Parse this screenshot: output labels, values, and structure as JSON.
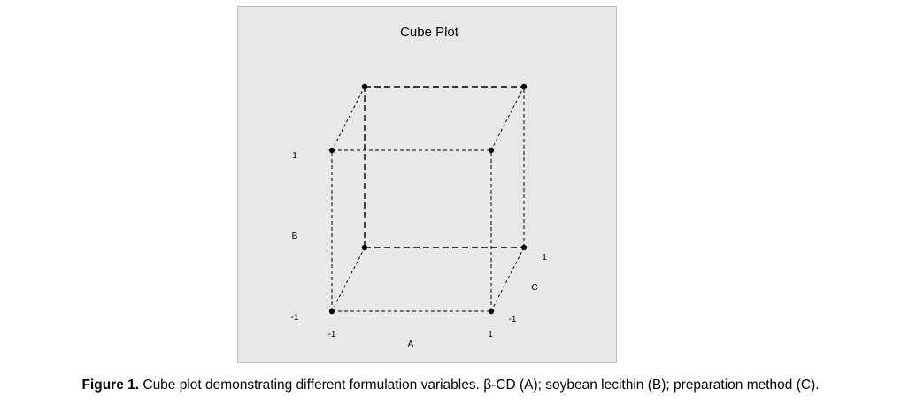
{
  "chart_data": {
    "type": "scatter",
    "title": "Cube Plot",
    "axes": {
      "A": {
        "label": "A",
        "ticks": [
          "-1",
          "1"
        ]
      },
      "B": {
        "label": "B",
        "ticks": [
          "-1",
          "1"
        ]
      },
      "C": {
        "label": "C",
        "ticks": [
          "-1",
          "1"
        ]
      }
    },
    "points": [
      {
        "A": -1,
        "B": -1,
        "C": -1
      },
      {
        "A": 1,
        "B": -1,
        "C": -1
      },
      {
        "A": -1,
        "B": 1,
        "C": -1
      },
      {
        "A": 1,
        "B": 1,
        "C": -1
      },
      {
        "A": -1,
        "B": -1,
        "C": 1
      },
      {
        "A": 1,
        "B": -1,
        "C": 1
      },
      {
        "A": -1,
        "B": 1,
        "C": 1
      },
      {
        "A": 1,
        "B": 1,
        "C": 1
      }
    ],
    "edges": [
      [
        0,
        1
      ],
      [
        2,
        3
      ],
      [
        0,
        2
      ],
      [
        1,
        3
      ],
      [
        4,
        5
      ],
      [
        6,
        7
      ],
      [
        4,
        6
      ],
      [
        5,
        7
      ],
      [
        0,
        4
      ],
      [
        1,
        5
      ],
      [
        2,
        6
      ],
      [
        3,
        7
      ]
    ],
    "grid": false
  },
  "caption": {
    "label": "Figure 1.",
    "text": " Cube plot demonstrating different formulation variables. β-CD (A); soybean lecithin (B); preparation method (C)."
  }
}
